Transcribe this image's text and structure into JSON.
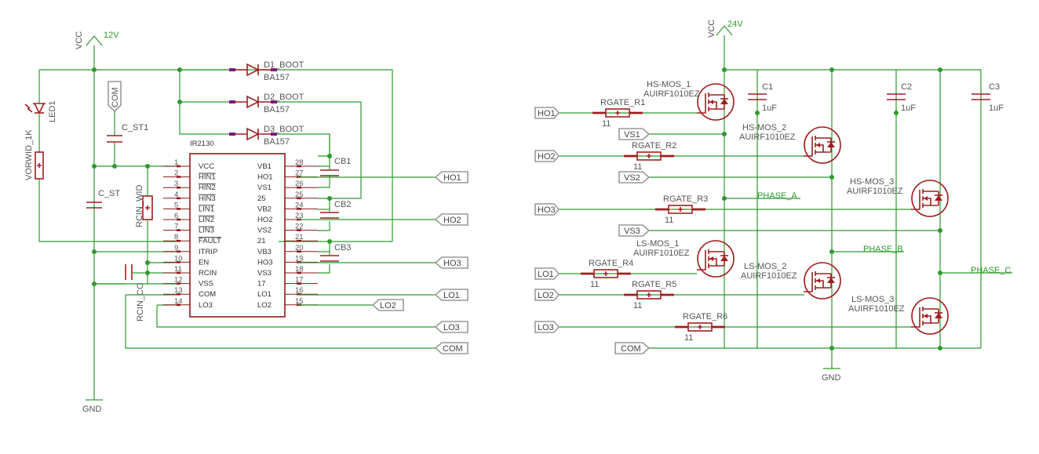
{
  "left_circuit": {
    "supply": {
      "net": "VCC",
      "value": "12V"
    },
    "ground": "GND",
    "led": {
      "name": "LED1",
      "resistor": "VORWID_1K"
    },
    "caps": {
      "c_st1": "C_ST1",
      "c_st": "C_ST",
      "rcin_co": "RCIN_CO"
    },
    "rcin_wid": "RCIN_WID",
    "com_flag": "COM",
    "diodes": [
      {
        "name": "D1_BOOT",
        "value": "BA157"
      },
      {
        "name": "D2_BOOT",
        "value": "BA157"
      },
      {
        "name": "D3_BOOT",
        "value": "BA157"
      }
    ],
    "boot_caps": [
      "CB1",
      "CB2",
      "CB3"
    ],
    "ic": {
      "part": "IR2130",
      "left_pins": [
        {
          "num": "1",
          "name": "VCC"
        },
        {
          "num": "2",
          "name": "HIN1"
        },
        {
          "num": "3",
          "name": "HIN2"
        },
        {
          "num": "4",
          "name": "HIN3"
        },
        {
          "num": "5",
          "name": "LIN1"
        },
        {
          "num": "6",
          "name": "LIN2"
        },
        {
          "num": "7",
          "name": "LIN3"
        },
        {
          "num": "8",
          "name": "FAULT"
        },
        {
          "num": "9",
          "name": "ITRIP"
        },
        {
          "num": "10",
          "name": "EN"
        },
        {
          "num": "11",
          "name": "RCIN"
        },
        {
          "num": "12",
          "name": "VSS"
        },
        {
          "num": "13",
          "name": "COM"
        },
        {
          "num": "14",
          "name": "LO3"
        }
      ],
      "right_pins": [
        {
          "num": "28",
          "name": "VB1"
        },
        {
          "num": "27",
          "name": "HO1"
        },
        {
          "num": "26",
          "name": "VS1"
        },
        {
          "num": "25",
          "name": "25"
        },
        {
          "num": "24",
          "name": "VB2"
        },
        {
          "num": "23",
          "name": "HO2"
        },
        {
          "num": "22",
          "name": "VS2"
        },
        {
          "num": "21",
          "name": "21"
        },
        {
          "num": "20",
          "name": "VB3"
        },
        {
          "num": "19",
          "name": "HO3"
        },
        {
          "num": "18",
          "name": "VS3"
        },
        {
          "num": "17",
          "name": "17"
        },
        {
          "num": "16",
          "name": "LO1"
        },
        {
          "num": "15",
          "name": "LO2"
        }
      ]
    },
    "out_labels": [
      "HO1",
      "HO2",
      "HO3",
      "LO1",
      "LO3",
      "COM"
    ],
    "lo2_label": "LO2"
  },
  "right_circuit": {
    "supply": {
      "net": "VCC",
      "value": "24V"
    },
    "ground": "GND",
    "in_labels": [
      "HO1",
      "HO2",
      "HO3",
      "LO1",
      "LO2",
      "LO3"
    ],
    "vs_labels": [
      "VS1",
      "VS2",
      "VS3"
    ],
    "com_label": "COM",
    "resistors": [
      {
        "name": "RGATE_R1",
        "value": "11"
      },
      {
        "name": "RGATE_R2",
        "value": "11"
      },
      {
        "name": "RGATE_R3",
        "value": "11"
      },
      {
        "name": "RGATE_R4",
        "value": "11"
      },
      {
        "name": "RGATE_R5",
        "value": "11"
      },
      {
        "name": "RGATE_R6",
        "value": "11"
      }
    ],
    "mosfets": [
      {
        "name": "HS-MOS_1",
        "part": "AUIRF1010EZ"
      },
      {
        "name": "HS-MOS_2",
        "part": "AUIRF1010EZ"
      },
      {
        "name": "HS-MOS_3",
        "part": "AUIRF1010EZ"
      },
      {
        "name": "LS-MOS_1",
        "part": "AUIRF1010EZ"
      },
      {
        "name": "LS-MOS_2",
        "part": "AUIRF1010EZ"
      },
      {
        "name": "LS-MOS_3",
        "part": "AUIRF1010EZ"
      }
    ],
    "caps": [
      {
        "name": "C1",
        "value": "1uF"
      },
      {
        "name": "C2",
        "value": "1uF"
      },
      {
        "name": "C3",
        "value": "1uF"
      }
    ],
    "phases": [
      "PHASE_A",
      "PHASE_B",
      "PHASE_C"
    ]
  }
}
